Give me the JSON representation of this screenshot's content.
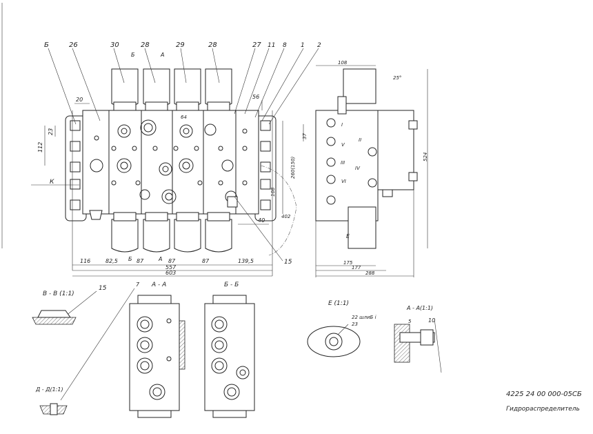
{
  "callouts_top": [
    "Б",
    "26",
    "30",
    "28",
    "28",
    "29",
    "28",
    "27",
    "11",
    "8",
    "1",
    "2"
  ],
  "dims_front": {
    "top_offset": "20",
    "side_a": "23",
    "side_b": "112",
    "left_label": "К",
    "right_56": "56",
    "right_vert": "260(150)",
    "right_108": "108",
    "right_40": "40",
    "bottom_ref": "402",
    "bottom_offsets": [
      "116",
      "82,5",
      "87",
      "87",
      "87",
      "139,5"
    ],
    "total_1": "557",
    "total_2": "603",
    "inner_64": "64",
    "callout_15": "15",
    "section_marks": [
      "Б",
      "А",
      "Б",
      "А"
    ]
  },
  "dims_side": {
    "top": "108",
    "angle": "25°",
    "height": "524",
    "left_37": "37",
    "bottom_175": "175",
    "bottom_177": "177",
    "bottom_288": "288",
    "view_letter": "Е",
    "ports": [
      "I",
      "II",
      "III",
      "IV",
      "V",
      "VI"
    ]
  },
  "sections": {
    "vv": "В - В (1:1)",
    "vv_callout": "15",
    "aa": "А - А",
    "bb": "Б - Б",
    "callout_7": "7",
    "dd": "Д - Д(1:1)",
    "e": "Е (1:1)",
    "e_note": "22 шлиБ і",
    "e_sub": "23",
    "aa2": "А - А(1:1)",
    "aa2_note1": "10",
    "aa2_note2": "5"
  },
  "title_block": {
    "code": "4225 24 00 000-05СБ",
    "name": "Гидрораспределитель"
  }
}
